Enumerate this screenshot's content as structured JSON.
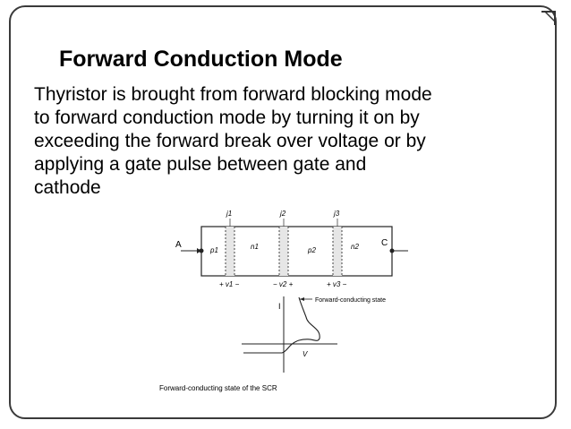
{
  "slide": {
    "title": "Forward Conduction Mode",
    "lines": [
      "Thyristor is brought from forward blocking mode",
      "to forward conduction mode by turning it on by",
      "exceeding the forward break over voltage or by",
      "applying a gate pulse between gate and",
      "cathode"
    ]
  },
  "figure": {
    "terminals": {
      "anode": "A",
      "cathode": "C"
    },
    "junctions": [
      "j1",
      "j2",
      "j3"
    ],
    "regions": [
      "p1",
      "n1",
      "p2",
      "n2"
    ],
    "voltages": [
      "+ v1 −",
      "− v2 +",
      "+ v3 −"
    ],
    "graph": {
      "y_label": "I",
      "x_label": "V",
      "state_label": "Forward-conducting state"
    },
    "caption": "Forward-conducting state of the SCR"
  }
}
